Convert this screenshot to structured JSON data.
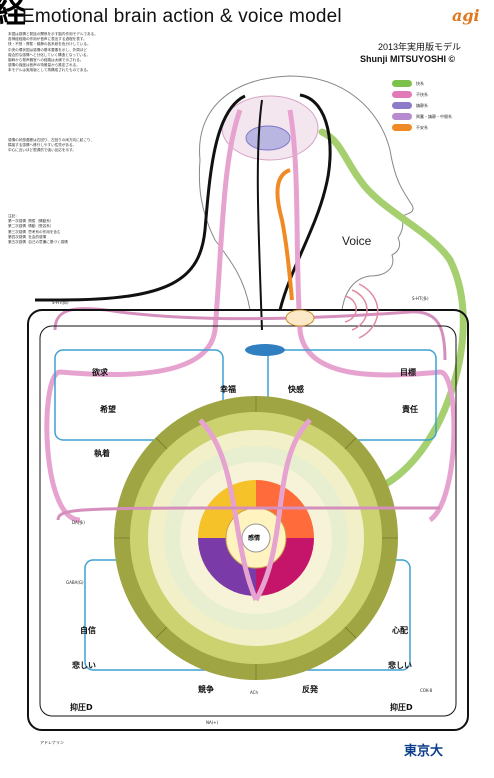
{
  "header": {
    "title_cut": "経",
    "title": "Emotional brain action & voice model",
    "logo": "agi",
    "edition": "2013年実用版モデル",
    "author": "Shunji MITSUYOSHI ©"
  },
  "voice_label": "Voice",
  "university": "東京大",
  "notes": {
    "block1": "本図は感情と発話の関係を示す脳内作用モデルである。\n各神経経路の作用が音声に表出する過程を表す。\n快・不快・興奮・鎮静の各系統を色分けしている。\n中央の環状図は感情の基本要素を示し、外周ほど\n複合的な感情へと分化していく構造となっている。\n脳幹から発声器官への経路は太線で示される。\n感情の強度は音声の特徴量から推定される。\n本モデルは実用版として再構成されたものである。",
    "block2": "感情の状態遷移は右回り、左回りの両方向に起こり、\n隣接する感情へ移行しやすい性質がある。\n中心に近いほど根源的で強い反応を示す。",
    "block3": "注記：\n第一次感情  興奮（情動系）\n第二次感情  情動（受容系）\n第三次感情  思考系の作用を含む\n第四次感情  社会的感情\n第五次感情  自己の意識に基づく感情"
  },
  "legend": [
    {
      "color": "#7cc24a",
      "label": "快系"
    },
    {
      "color": "#e27ab8",
      "label": "不快系"
    },
    {
      "color": "#8c7bc9",
      "label": "鎮静系"
    },
    {
      "color": "#b88ad0",
      "label": "興奮・鎮静・中間系"
    },
    {
      "color": "#f08a24",
      "label": "不安系"
    }
  ],
  "labels": {
    "left_top": "欲求",
    "right_top": "目標",
    "left_mid": "希望",
    "right_mid": "責任",
    "top_l": "幸福",
    "top_r": "快感",
    "bottom_l": "競争",
    "bottom_r": "反発",
    "left_bottom": "抑圧D",
    "right_bottom": "抑圧D",
    "left_b2": "悲しい",
    "right_b2": "悲しい",
    "confidence": "自信",
    "worry": "心配",
    "adhesion": "執着",
    "center": "感情"
  },
  "small_labels": {
    "s1": "S-HT(抑)",
    "s2": "DA(多)",
    "s3": "NA(+)",
    "s4": "ACh",
    "s5": "COK-8",
    "s6": "S-HT(多)",
    "s7": "GABA(G)",
    "s8": "アドレナリン"
  },
  "colors": {
    "accent_green": "#8dc63f",
    "accent_pink": "#e07ab8",
    "ring_outer": "#8f9a3c",
    "ring_mid": "#c4cc63",
    "blue_line": "#3399cc"
  }
}
